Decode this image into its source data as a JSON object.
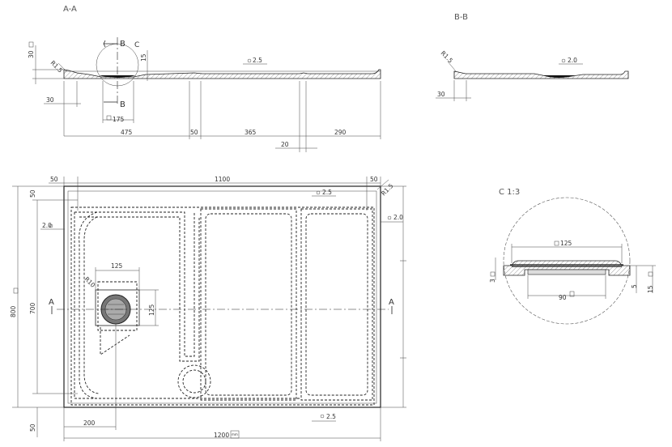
{
  "views": {
    "section_aa": "A-A",
    "section_bb": "B-B",
    "detail_c": "C 1:3"
  },
  "section_aa": {
    "dim_30_v": "30",
    "r15": "R1.5",
    "b_top": "B",
    "b_bottom": "B",
    "c_mark": "C",
    "dim_15": "15",
    "slope": "2.5",
    "dim_30_h": "30",
    "drain_sq": "175",
    "d475": "475",
    "d50": "50",
    "d365": "365",
    "d290": "290",
    "d20": "20"
  },
  "section_bb": {
    "r15": "R1.5",
    "slope": "2.0",
    "dim_30": "30"
  },
  "plan": {
    "top_50_left": "50",
    "top_1100": "1100",
    "top_50_right": "50",
    "slope_top": "2.5",
    "r15": "R1.5",
    "left_50_top": "50",
    "slope_left": "2.0",
    "slope_right": "2.0",
    "d800": "800",
    "d700": "700",
    "a_left": "A",
    "a_right": "A",
    "d125_top": "125",
    "r10": "R10",
    "d125_side": "125",
    "d200": "200",
    "left_50_bottom": "50",
    "slope_bottom": "2.5",
    "d1200": "1200",
    "unit_box": "mm"
  },
  "detail_c": {
    "d125": "125",
    "d90": "90",
    "d3": "3",
    "d5": "5",
    "d15": "15"
  }
}
